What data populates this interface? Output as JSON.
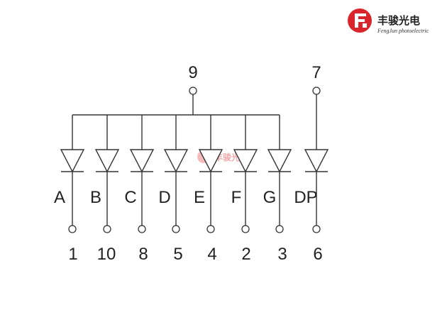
{
  "logo": {
    "name": "丰骏光电",
    "subtitle": "FengJun photoelectric",
    "mark_color": "#d9262c"
  },
  "watermark": {
    "name": "丰骏光电"
  },
  "common_pins": [
    {
      "number": "9"
    },
    {
      "number": "7"
    }
  ],
  "segments": [
    {
      "label": "A",
      "pin": "1"
    },
    {
      "label": "B",
      "pin": "10"
    },
    {
      "label": "C",
      "pin": "8"
    },
    {
      "label": "D",
      "pin": "5"
    },
    {
      "label": "E",
      "pin": "4"
    },
    {
      "label": "F",
      "pin": "2"
    },
    {
      "label": "G",
      "pin": "3"
    },
    {
      "label": "DP",
      "pin": "6"
    }
  ]
}
